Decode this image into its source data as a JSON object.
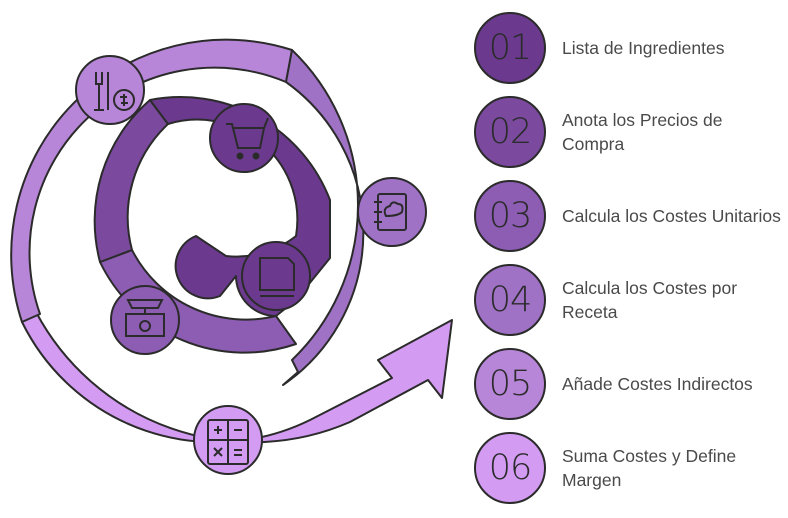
{
  "steps": [
    {
      "number": "01",
      "label": "Lista de Ingredientes",
      "icon": "shopping-cart-icon"
    },
    {
      "number": "02",
      "label": "Anota los Precios de Compra",
      "icon": "document-icon"
    },
    {
      "number": "03",
      "label": "Calcula los Costes Unitarios",
      "icon": "kitchen-scale-icon"
    },
    {
      "number": "04",
      "label": "Calcula los Costes por Receta",
      "icon": "recipe-book-icon"
    },
    {
      "number": "05",
      "label": "Añade Costes Indirectos",
      "icon": "tools-money-icon"
    },
    {
      "number": "06",
      "label": "Suma Costes y Define Margen",
      "icon": "calculator-icon"
    }
  ],
  "colors": {
    "step_01": "#6b3a8e",
    "step_02": "#7b4a9f",
    "step_03": "#8d5cb3",
    "step_04": "#a072c6",
    "step_05": "#b886d8",
    "step_06": "#d39cf2",
    "outline": "#2b2b2b",
    "text": "#4a4a4a"
  }
}
